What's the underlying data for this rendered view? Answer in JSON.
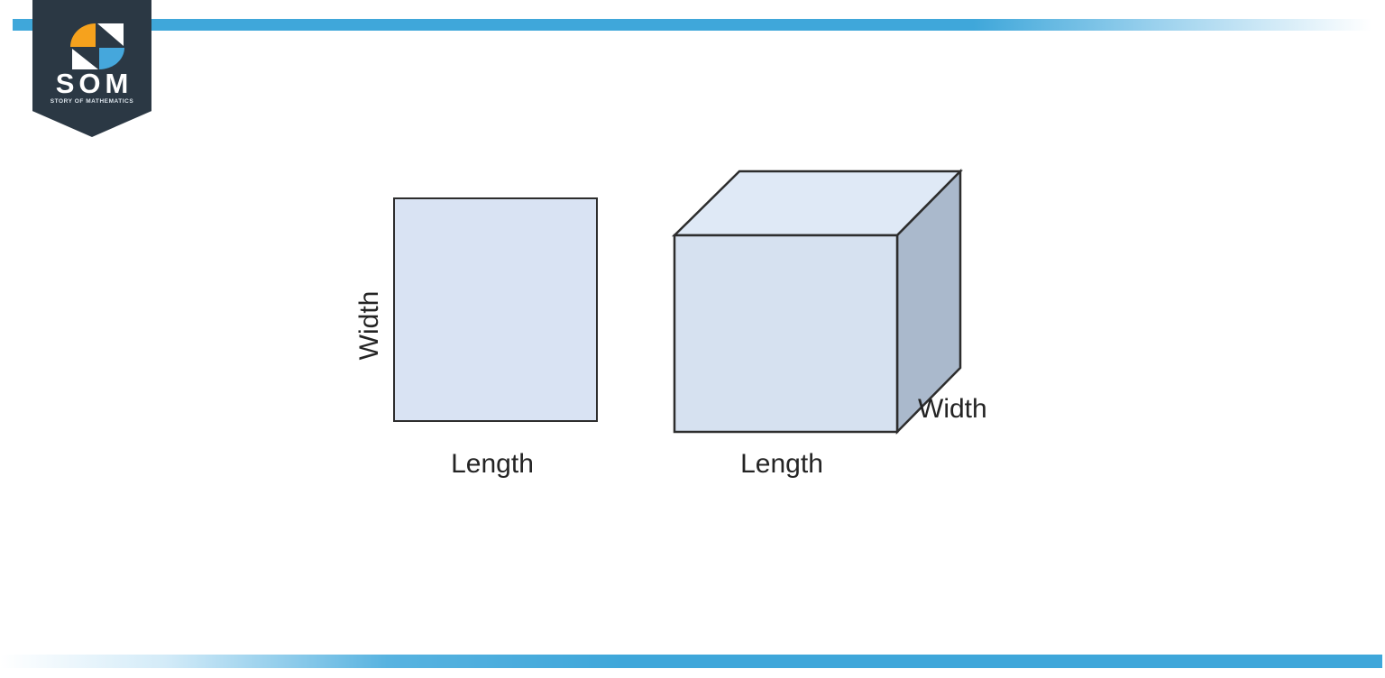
{
  "page": {
    "background": "#ffffff",
    "accent_bar_color": "#3fa7da"
  },
  "brand": {
    "name": "SOM",
    "tagline": "STORY OF MATHEMATICS",
    "banner_color": "#2b3844",
    "logo_orange": "#f6a21d",
    "logo_blue": "#45a7dc"
  },
  "diagram": {
    "square": {
      "side_label": "Width",
      "bottom_label": "Length",
      "fill": "#d9e3f3",
      "stroke": "#2d2d2d"
    },
    "cube": {
      "bottom_label": "Length",
      "side_label": "Width",
      "front_fill": "#d6e1f0",
      "top_fill": "#dfe9f6",
      "right_fill": "#aab9cc",
      "stroke": "#2d2d2d"
    }
  }
}
